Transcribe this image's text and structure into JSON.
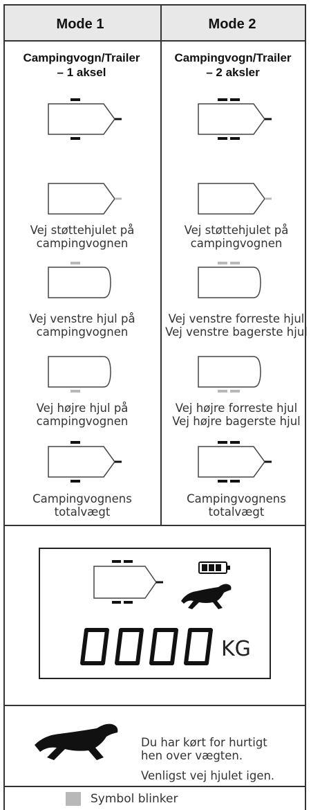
{
  "header": {
    "mode1": "Mode 1",
    "mode2": "Mode 2"
  },
  "col1": {
    "title_line1": "Campingvogn/Trailer",
    "title_line2": "– 1 aksel",
    "step_support": "Vej støttehjulet på\ncampingvognen",
    "step_left": "Vej venstre hjul på\ncampingvognen",
    "step_right": "Vej højre hjul på\ncampingvognen",
    "step_total": "Campingvognens\ntotalvægt"
  },
  "col2": {
    "title_line1": "Campingvogn/Trailer",
    "title_line2": "– 2 aksler",
    "step_support": "Vej støttehjulet på\ncampingvognen",
    "step_left": "Vej venstre forreste hjul\nVej venstre bagerste hjul",
    "step_right": "Vej højre forreste hjul\nVej højre bagerste hjul",
    "step_total": "Campingvognens\ntotalvægt"
  },
  "display": {
    "digits": "0000",
    "unit": "KG"
  },
  "warning": {
    "line1": "Du har kørt for hurtigt\nhen over vægten.",
    "line2": "Venligst vej hjulet igen.",
    "icon": "cheetah-icon"
  },
  "legend": {
    "label": "Symbol blinker",
    "swatch_color": "#b8b8b8"
  },
  "colors": {
    "wheel_dark": "#111111",
    "wheel_blink": "#b8b8b8",
    "border": "#333333"
  }
}
